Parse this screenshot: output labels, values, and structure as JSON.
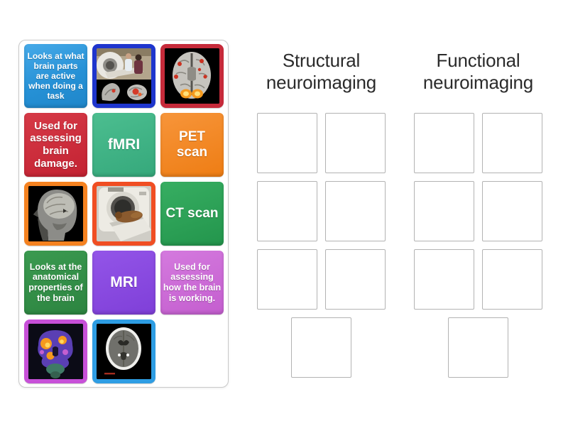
{
  "activity": {
    "type": "group-sort",
    "groups": [
      {
        "label": "Structural neuroimaging",
        "slot_count": 7
      },
      {
        "label": "Functional neuroimaging",
        "slot_count": 7
      }
    ]
  },
  "source_panel": {
    "tiles": [
      {
        "kind": "text",
        "label": "Looks at what brain parts are active when doing a task",
        "color": "#2f9fe0"
      },
      {
        "kind": "image",
        "name": "mri-scanner-room-photo",
        "border_color": "#1e35cd"
      },
      {
        "kind": "image",
        "name": "axial-brain-activation-scan",
        "border_color": "#c62a3a"
      },
      {
        "kind": "text",
        "label": "Used for assessing brain damage.",
        "color": "#c4293a"
      },
      {
        "kind": "text",
        "label": "fMRI",
        "color": "#3bb283"
      },
      {
        "kind": "text",
        "label": "PET scan",
        "color": "#f08122"
      },
      {
        "kind": "image",
        "name": "sagittal-head-mri-scan",
        "border_color": "#f58220"
      },
      {
        "kind": "image",
        "name": "animal-in-ct-scanner-photo",
        "border_color": "#f04e23"
      },
      {
        "kind": "text",
        "label": "CT scan",
        "color": "#2aa254"
      },
      {
        "kind": "text",
        "label": "Looks at the anatomical properties of the brain",
        "color": "#2e8b44"
      },
      {
        "kind": "text",
        "label": "MRI",
        "color": "#8a46e0"
      },
      {
        "kind": "text",
        "label": "Used for assessing how the brain is working.",
        "color": "#cc66cc"
      },
      {
        "kind": "image",
        "name": "pet-scan-colorful",
        "border_color": "#c750d8"
      },
      {
        "kind": "image",
        "name": "ct-axial-brain-scan",
        "border_color": "#2e9de3"
      }
    ]
  },
  "colors": {
    "page_background": "#ffffff",
    "panel_border": "#c9c9c9",
    "header_text": "#2b2b2b",
    "slot_border": "#b3b3b3",
    "tile_text": "#ffffff"
  }
}
